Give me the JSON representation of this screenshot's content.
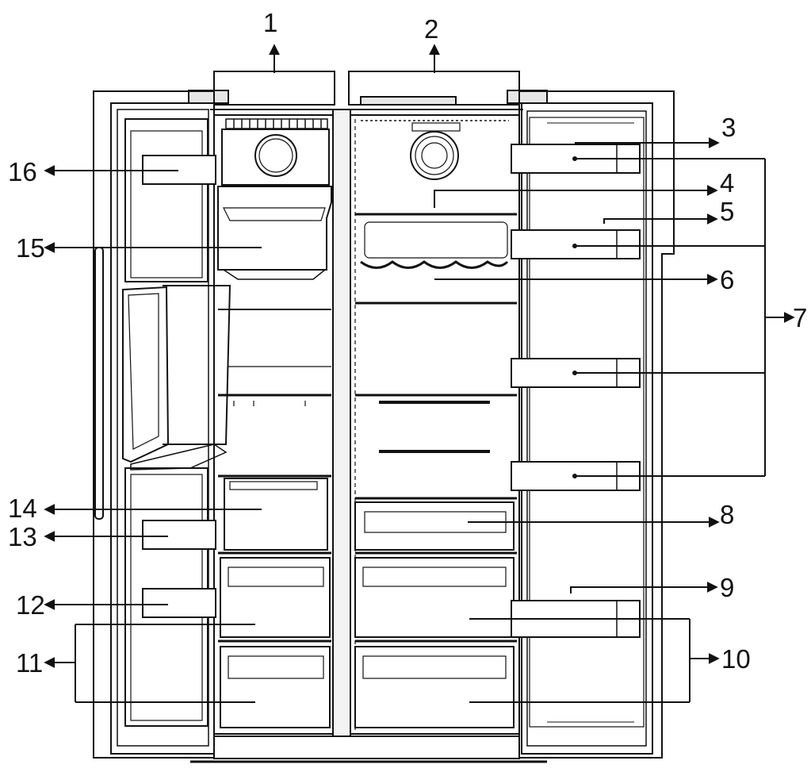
{
  "callouts": {
    "c1": "1",
    "c2": "2",
    "c3": "3",
    "c4": "4",
    "c5": "5",
    "c6": "6",
    "c7": "7",
    "c8": "8",
    "c9": "9",
    "c10": "10",
    "c11": "11",
    "c12": "12",
    "c13": "13",
    "c14": "14",
    "c15": "15",
    "c16": "16"
  },
  "colors": {
    "line": "#111111",
    "shelf": "#ffffff",
    "background": "#ffffff"
  }
}
